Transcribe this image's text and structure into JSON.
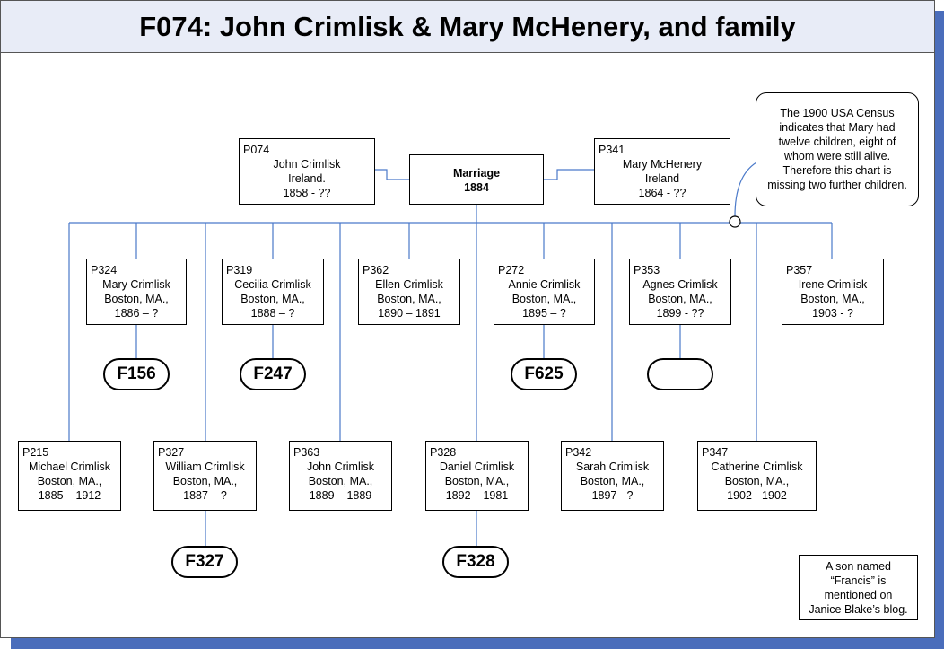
{
  "title": "F074: John Crimlisk & Mary McHenery, and family",
  "parents": {
    "father": {
      "id": "P074",
      "name": "John Crimlisk",
      "place": "Ireland.",
      "dates": "1858 - ??"
    },
    "mother": {
      "id": "P341",
      "name": "Mary McHenery",
      "place": "Ireland",
      "dates": "1864 - ??"
    }
  },
  "marriage": {
    "label": "Marriage",
    "year": "1884"
  },
  "children_upper": [
    {
      "id": "P324",
      "name": "Mary Crimlisk",
      "place": "Boston, MA.,",
      "dates": "1886 – ?",
      "family": "F156"
    },
    {
      "id": "P319",
      "name": "Cecilia Crimlisk",
      "place": "Boston, MA.,",
      "dates": "1888 – ?",
      "family": "F247"
    },
    {
      "id": "P362",
      "name": "Ellen Crimlisk",
      "place": "Boston, MA.,",
      "dates": "1890 – 1891",
      "family": ""
    },
    {
      "id": "P272",
      "name": "Annie Crimlisk",
      "place": "Boston, MA.,",
      "dates": "1895 – ?",
      "family": "F625"
    },
    {
      "id": "P353",
      "name": "Agnes Crimlisk",
      "place": "Boston, MA.,",
      "dates": "1899 - ??",
      "family": ""
    },
    {
      "id": "P357",
      "name": "Irene Crimlisk",
      "place": "Boston, MA.,",
      "dates": "1903 - ?",
      "family": ""
    }
  ],
  "children_lower": [
    {
      "id": "P215",
      "name": "Michael Crimlisk",
      "place": "Boston, MA.,",
      "dates": "1885 – 1912",
      "family": ""
    },
    {
      "id": "P327",
      "name": "William Crimlisk",
      "place": "Boston, MA.,",
      "dates": "1887 – ?",
      "family": "F327"
    },
    {
      "id": "P363",
      "name": "John Crimlisk",
      "place": "Boston, MA.,",
      "dates": "1889 – 1889",
      "family": ""
    },
    {
      "id": "P328",
      "name": "Daniel Crimlisk",
      "place": "Boston, MA.,",
      "dates": "1892 – 1981",
      "family": "F328"
    },
    {
      "id": "P342",
      "name": "Sarah Crimlisk",
      "place": "Boston, MA.,",
      "dates": "1897 - ?",
      "family": ""
    },
    {
      "id": "P347",
      "name": "Catherine Crimlisk",
      "place": "Boston, MA.,",
      "dates": "1902 - 1902",
      "family": ""
    }
  ],
  "callout": {
    "lines": [
      "The 1900 USA Census",
      "indicates that Mary had",
      "twelve children, eight of",
      "whom were still alive.",
      "Therefore this chart is",
      "missing two further children."
    ]
  },
  "note": {
    "lines": [
      "A son named",
      "“Francis” is",
      "mentioned on",
      "Janice Blake’s blog."
    ]
  },
  "empty_family_pill": ""
}
